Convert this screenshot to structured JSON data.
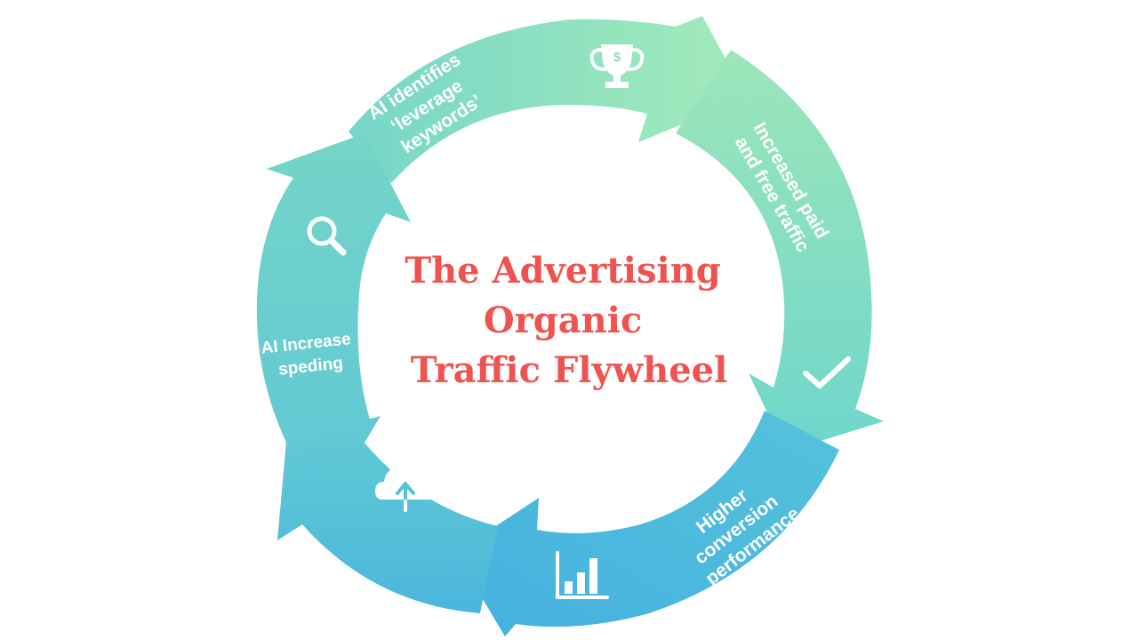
{
  "diagram": {
    "title_lines": [
      "The Advertising",
      "Organic",
      "Traffic Flywheel"
    ],
    "steps": [
      {
        "id": "leverage-keywords",
        "icon": "trophy-icon",
        "lines": [
          "AI identifies",
          "‘leverage",
          "keywords’"
        ]
      },
      {
        "id": "increased-traffic",
        "icon": "checkmark-icon",
        "lines": [
          "Increased paid",
          "and free  traffic"
        ]
      },
      {
        "id": "higher-conversion",
        "icon": "bar-chart-icon",
        "lines": [
          "Higher",
          "conversion",
          "performance"
        ]
      },
      {
        "id": "ai-increase-spending",
        "icon": "cloud-upload-icon",
        "lines": [
          "AI Increase",
          "speding"
        ]
      },
      {
        "id": "search",
        "icon": "search-icon",
        "lines": []
      }
    ],
    "icon_labels": {
      "trophy": "$"
    },
    "colors": {
      "title": "#ef5350",
      "green": "#9be6b6",
      "teal": "#6fd3c4",
      "aqua": "#5cc8cf",
      "blue": "#4db6dd",
      "label": "#ffffff"
    }
  }
}
